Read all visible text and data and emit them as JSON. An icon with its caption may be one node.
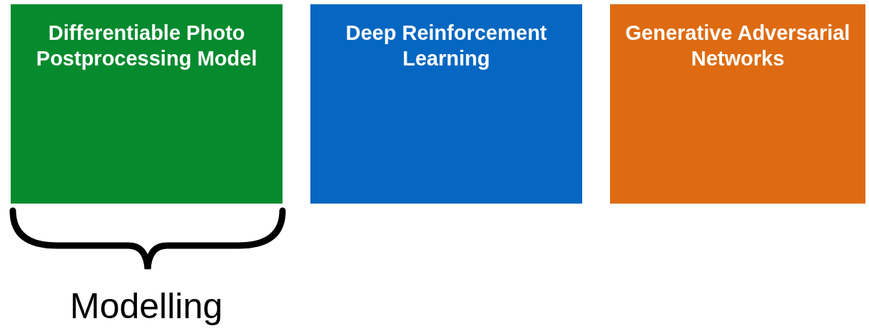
{
  "diagram": {
    "nodes": [
      {
        "text": [
          "Differentiable Photo Postprocessing Model"
        ]
      },
      {
        "text": [
          "Deep Reinforcement Learning"
        ]
      },
      {
        "text": [
          "Generative Adversarial Networks"
        ]
      }
    ],
    "labels": [
      "Modelling"
    ]
  }
}
